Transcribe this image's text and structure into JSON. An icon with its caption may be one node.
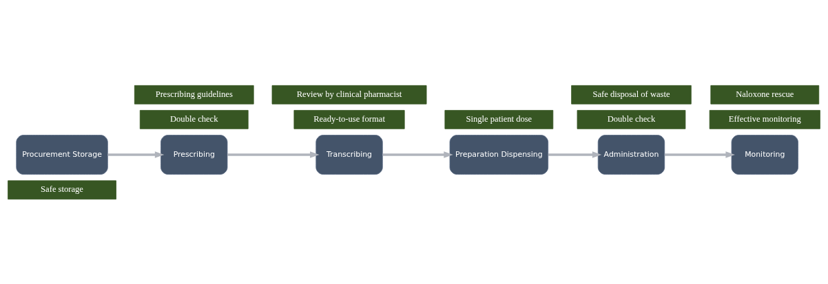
{
  "diagram": {
    "nodes": [
      {
        "text": [
          "Safe storage"
        ]
      },
      {
        "text": [
          "Double check"
        ]
      },
      {
        "text": [
          "Double check"
        ]
      },
      {
        "text": [
          "Ready-to-use format"
        ]
      },
      {
        "text": [
          "Prescribing guidelines"
        ]
      },
      {
        "text": [
          "Safe disposal of waste"
        ]
      },
      {
        "text": [
          "Procurement Storage"
        ]
      },
      {
        "text": [
          "Prescribing"
        ]
      },
      {
        "text": [
          "Transcribing"
        ]
      },
      {
        "text": [
          "Preparation Dispensing"
        ]
      },
      {
        "text": [
          "Administration"
        ]
      },
      {
        "text": [
          "Monitoring"
        ]
      },
      {
        "text": [
          "Review by clinical pharmacist"
        ]
      },
      {
        "text": [
          "Effective monitoring"
        ]
      },
      {
        "text": [
          "Single patient dose"
        ]
      },
      {
        "text": [
          "Naloxone rescue"
        ]
      }
    ],
    "edges": [
      {
        "from": 6,
        "to": 7,
        "arrow": "to"
      },
      {
        "from": 7,
        "to": 8,
        "arrow": "to"
      },
      {
        "from": 8,
        "to": 9,
        "arrow": "to"
      },
      {
        "from": 9,
        "to": 10,
        "arrow": "to"
      },
      {
        "from": 10,
        "to": 11,
        "arrow": "to"
      }
    ]
  }
}
